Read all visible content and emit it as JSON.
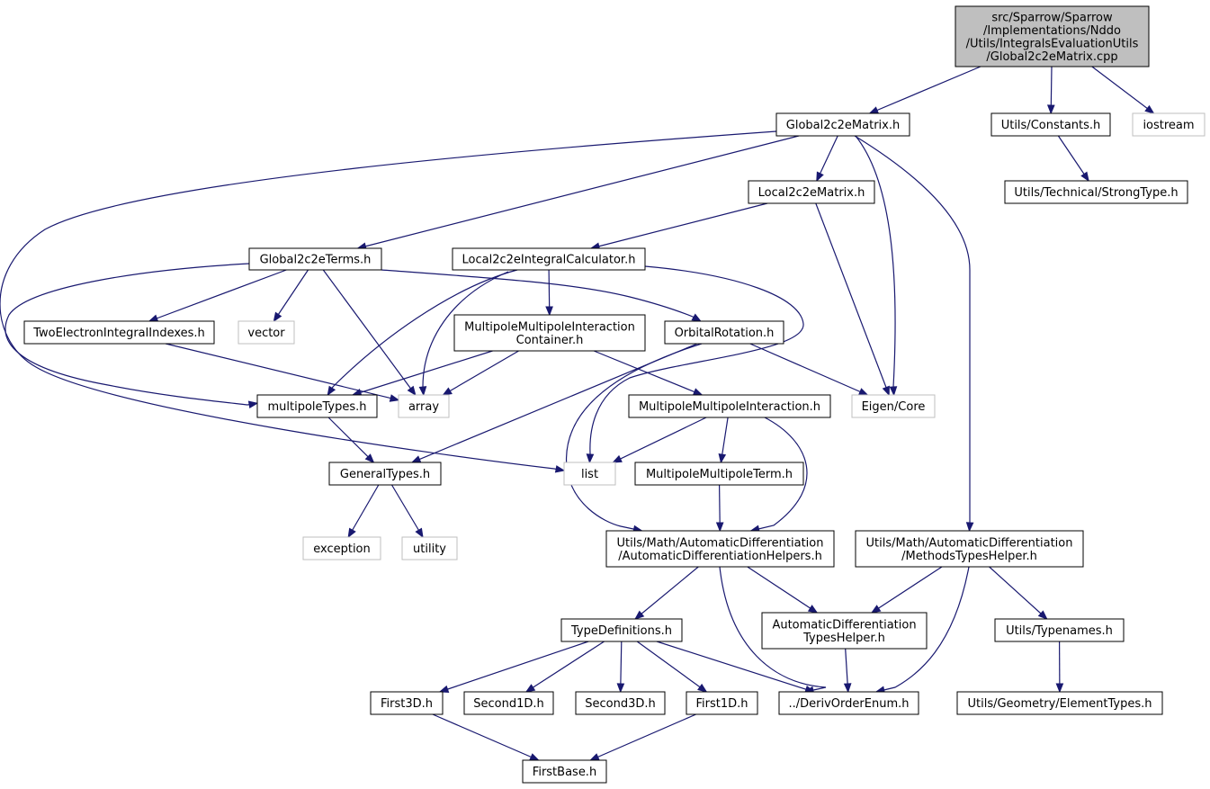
{
  "diagram": {
    "kind": "include-dependency-graph",
    "colors": {
      "edge": "#191970",
      "node_border": "#000000",
      "system_border": "#bfbfbf",
      "root_fill": "#bfbfbf",
      "node_fill": "#ffffff"
    },
    "nodes": [
      {
        "id": "root",
        "lines": [
          "src/Sparrow/Sparrow",
          "/Implementations/Nddo",
          "/Utils/IntegralsEvaluationUtils",
          "/Global2c2eMatrix.cpp"
        ],
        "kind": "root"
      },
      {
        "id": "global2c2ematrix_h",
        "lines": [
          "Global2c2eMatrix.h"
        ],
        "kind": "file"
      },
      {
        "id": "utils_constants_h",
        "lines": [
          "Utils/Constants.h"
        ],
        "kind": "file"
      },
      {
        "id": "iostream",
        "lines": [
          "iostream"
        ],
        "kind": "system"
      },
      {
        "id": "utils_technical_strongtype_h",
        "lines": [
          "Utils/Technical/StrongType.h"
        ],
        "kind": "file"
      },
      {
        "id": "local2c2ematrix_h",
        "lines": [
          "Local2c2eMatrix.h"
        ],
        "kind": "file"
      },
      {
        "id": "global2c2eterms_h",
        "lines": [
          "Global2c2eTerms.h"
        ],
        "kind": "file"
      },
      {
        "id": "local2c2eintegralcalculator_h",
        "lines": [
          "Local2c2eIntegralCalculator.h"
        ],
        "kind": "file"
      },
      {
        "id": "twoelectronintegralindexes_h",
        "lines": [
          "TwoElectronIntegralIndexes.h"
        ],
        "kind": "file"
      },
      {
        "id": "vector",
        "lines": [
          "vector"
        ],
        "kind": "system"
      },
      {
        "id": "mpmp_container_h",
        "lines": [
          "MultipoleMultipoleInteraction",
          "Container.h"
        ],
        "kind": "file"
      },
      {
        "id": "orbitalrotation_h",
        "lines": [
          "OrbitalRotation.h"
        ],
        "kind": "file"
      },
      {
        "id": "multipoletypes_h",
        "lines": [
          "multipoleTypes.h"
        ],
        "kind": "file"
      },
      {
        "id": "array",
        "lines": [
          "array"
        ],
        "kind": "system"
      },
      {
        "id": "mpmp_interaction_h",
        "lines": [
          "MultipoleMultipoleInteraction.h"
        ],
        "kind": "file"
      },
      {
        "id": "eigen_core",
        "lines": [
          "Eigen/Core"
        ],
        "kind": "system"
      },
      {
        "id": "generaltypes_h",
        "lines": [
          "GeneralTypes.h"
        ],
        "kind": "file"
      },
      {
        "id": "list",
        "lines": [
          "list"
        ],
        "kind": "system"
      },
      {
        "id": "mpmp_term_h",
        "lines": [
          "MultipoleMultipoleTerm.h"
        ],
        "kind": "file"
      },
      {
        "id": "exception",
        "lines": [
          "exception"
        ],
        "kind": "system"
      },
      {
        "id": "utility",
        "lines": [
          "utility"
        ],
        "kind": "system"
      },
      {
        "id": "ad_helpers_h",
        "lines": [
          "Utils/Math/AutomaticDifferentiation",
          "/AutomaticDifferentiationHelpers.h"
        ],
        "kind": "file"
      },
      {
        "id": "methods_types_helper_h",
        "lines": [
          "Utils/Math/AutomaticDifferentiation",
          "/MethodsTypesHelper.h"
        ],
        "kind": "file"
      },
      {
        "id": "typedefinitions_h",
        "lines": [
          "TypeDefinitions.h"
        ],
        "kind": "file"
      },
      {
        "id": "ad_types_helper_h",
        "lines": [
          "AutomaticDifferentiation",
          "TypesHelper.h"
        ],
        "kind": "file"
      },
      {
        "id": "utils_typenames_h",
        "lines": [
          "Utils/Typenames.h"
        ],
        "kind": "file"
      },
      {
        "id": "first3d_h",
        "lines": [
          "First3D.h"
        ],
        "kind": "file"
      },
      {
        "id": "second1d_h",
        "lines": [
          "Second1D.h"
        ],
        "kind": "file"
      },
      {
        "id": "second3d_h",
        "lines": [
          "Second3D.h"
        ],
        "kind": "file"
      },
      {
        "id": "first1d_h",
        "lines": [
          "First1D.h"
        ],
        "kind": "file"
      },
      {
        "id": "derivorderenum_h",
        "lines": [
          "../DerivOrderEnum.h"
        ],
        "kind": "file"
      },
      {
        "id": "utils_geometry_elementtypes_h",
        "lines": [
          "Utils/Geometry/ElementTypes.h"
        ],
        "kind": "file"
      },
      {
        "id": "firstbase_h",
        "lines": [
          "FirstBase.h"
        ],
        "kind": "file"
      }
    ],
    "edges": [
      {
        "from": "root",
        "to": "global2c2ematrix_h"
      },
      {
        "from": "root",
        "to": "utils_constants_h"
      },
      {
        "from": "root",
        "to": "iostream"
      },
      {
        "from": "utils_constants_h",
        "to": "utils_technical_strongtype_h"
      },
      {
        "from": "global2c2ematrix_h",
        "to": "local2c2ematrix_h"
      },
      {
        "from": "global2c2ematrix_h",
        "to": "global2c2eterms_h"
      },
      {
        "from": "global2c2ematrix_h",
        "to": "eigen_core"
      },
      {
        "from": "global2c2ematrix_h",
        "to": "methods_types_helper_h"
      },
      {
        "from": "global2c2ematrix_h",
        "to": "list"
      },
      {
        "from": "local2c2ematrix_h",
        "to": "local2c2eintegralcalculator_h"
      },
      {
        "from": "local2c2ematrix_h",
        "to": "eigen_core"
      },
      {
        "from": "global2c2eterms_h",
        "to": "twoelectronintegralindexes_h"
      },
      {
        "from": "global2c2eterms_h",
        "to": "vector"
      },
      {
        "from": "global2c2eterms_h",
        "to": "array"
      },
      {
        "from": "global2c2eterms_h",
        "to": "orbitalrotation_h"
      },
      {
        "from": "global2c2eterms_h",
        "to": "multipoletypes_h"
      },
      {
        "from": "local2c2eintegralcalculator_h",
        "to": "mpmp_container_h"
      },
      {
        "from": "local2c2eintegralcalculator_h",
        "to": "multipoletypes_h"
      },
      {
        "from": "local2c2eintegralcalculator_h",
        "to": "array"
      },
      {
        "from": "local2c2eintegralcalculator_h",
        "to": "list"
      },
      {
        "from": "twoelectronintegralindexes_h",
        "to": "array"
      },
      {
        "from": "mpmp_container_h",
        "to": "multipoletypes_h"
      },
      {
        "from": "mpmp_container_h",
        "to": "array"
      },
      {
        "from": "mpmp_container_h",
        "to": "mpmp_interaction_h"
      },
      {
        "from": "orbitalrotation_h",
        "to": "generaltypes_h"
      },
      {
        "from": "orbitalrotation_h",
        "to": "eigen_core"
      },
      {
        "from": "orbitalrotation_h",
        "to": "ad_helpers_h"
      },
      {
        "from": "multipoletypes_h",
        "to": "generaltypes_h"
      },
      {
        "from": "mpmp_interaction_h",
        "to": "list"
      },
      {
        "from": "mpmp_interaction_h",
        "to": "mpmp_term_h"
      },
      {
        "from": "mpmp_interaction_h",
        "to": "ad_helpers_h"
      },
      {
        "from": "mpmp_term_h",
        "to": "ad_helpers_h"
      },
      {
        "from": "generaltypes_h",
        "to": "exception"
      },
      {
        "from": "generaltypes_h",
        "to": "utility"
      },
      {
        "from": "ad_helpers_h",
        "to": "typedefinitions_h"
      },
      {
        "from": "ad_helpers_h",
        "to": "ad_types_helper_h"
      },
      {
        "from": "ad_helpers_h",
        "to": "derivorderenum_h"
      },
      {
        "from": "methods_types_helper_h",
        "to": "ad_types_helper_h"
      },
      {
        "from": "methods_types_helper_h",
        "to": "utils_typenames_h"
      },
      {
        "from": "methods_types_helper_h",
        "to": "derivorderenum_h"
      },
      {
        "from": "ad_types_helper_h",
        "to": "derivorderenum_h"
      },
      {
        "from": "typedefinitions_h",
        "to": "first3d_h"
      },
      {
        "from": "typedefinitions_h",
        "to": "second1d_h"
      },
      {
        "from": "typedefinitions_h",
        "to": "second3d_h"
      },
      {
        "from": "typedefinitions_h",
        "to": "first1d_h"
      },
      {
        "from": "typedefinitions_h",
        "to": "derivorderenum_h"
      },
      {
        "from": "utils_typenames_h",
        "to": "utils_geometry_elementtypes_h"
      },
      {
        "from": "first3d_h",
        "to": "firstbase_h"
      },
      {
        "from": "first1d_h",
        "to": "firstbase_h"
      }
    ]
  }
}
